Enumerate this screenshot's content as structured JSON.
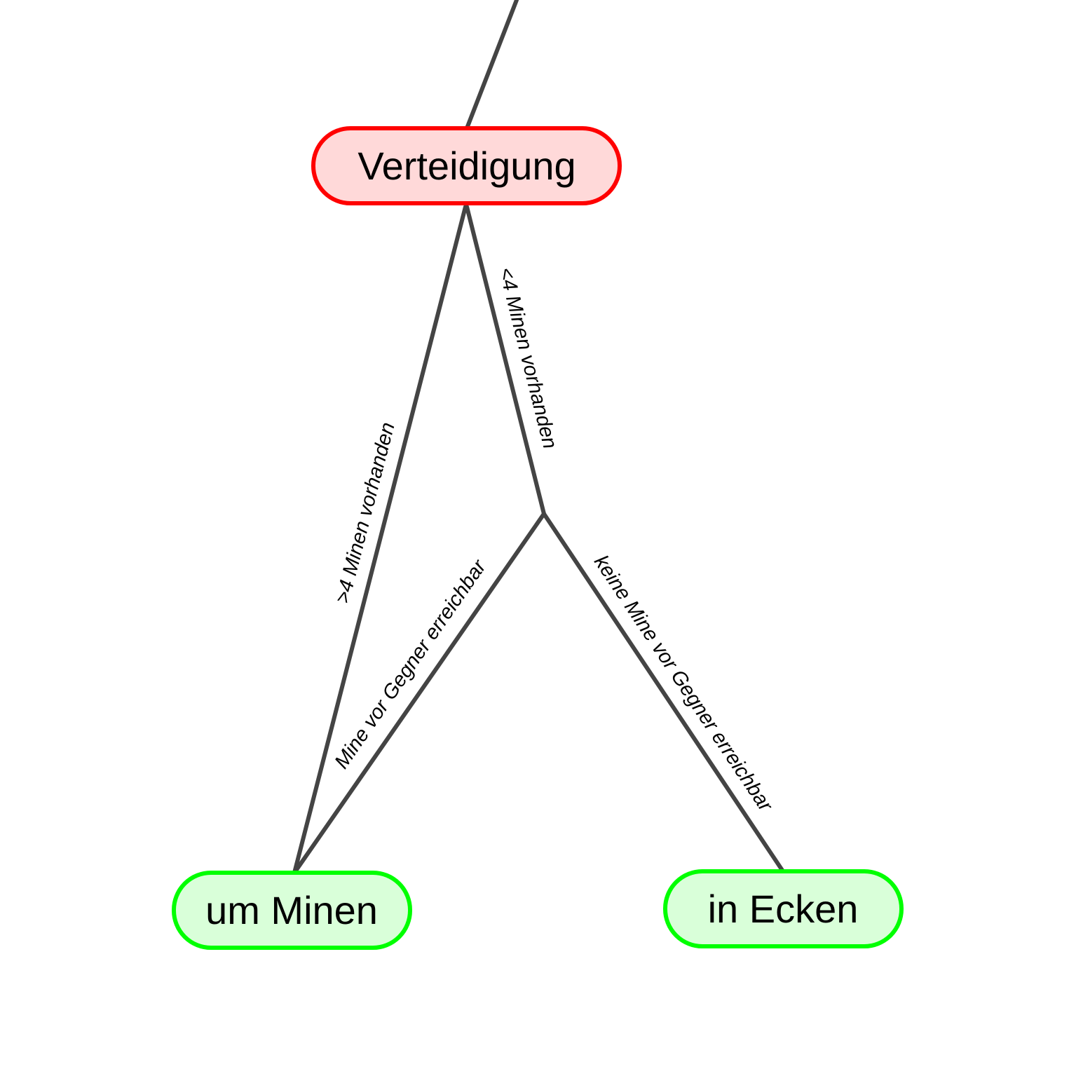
{
  "nodes": {
    "verteidigung": {
      "label": "Verteidigung",
      "fill": "#ffd9d9",
      "stroke": "#ff0000"
    },
    "um_minen": {
      "label": "um Minen",
      "fill": "#d9ffd9",
      "stroke": "#00ff00"
    },
    "in_ecken": {
      "label": "in Ecken",
      "fill": "#d9ffd9",
      "stroke": "#00ff00"
    }
  },
  "edges": {
    "more_mines": {
      "label": ">4 Minen vorhanden"
    },
    "fewer_mines": {
      "label": "<4 Minen vorhanden"
    },
    "mine_reachable": {
      "label": "Mine vor Gegner erreichbar"
    },
    "no_mine_reachable": {
      "label": "keine Mine vor Gegner erreichbar"
    }
  },
  "colors": {
    "edge": "#444444"
  }
}
